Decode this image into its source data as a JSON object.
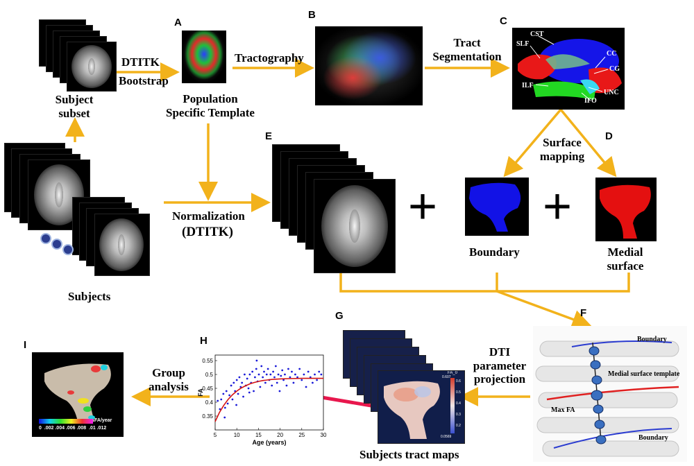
{
  "labels": {
    "dtitk": "DTITK",
    "bootstrap": "Bootstrap",
    "subject_subset": "Subject\nsubset",
    "population_template": "Population\nSpecific Template",
    "tractography": "Tractography",
    "tract_segmentation": "Tract\nSegmentation",
    "surface_mapping": "Surface\nmapping",
    "normalization": "Normalization",
    "normalization_tool": "(DTITK)",
    "subjects": "Subjects",
    "boundary": "Boundary",
    "medial_surface": "Medial\nsurface",
    "dti_projection": "DTI\nparameter\nprojection",
    "subjects_tract_maps": "Subjects tract maps",
    "group_analysis": "Group\nanalysis",
    "plus": "+"
  },
  "panels": {
    "A": "A",
    "B": "B",
    "C": "C",
    "D": "D",
    "E": "E",
    "F": "F",
    "G": "G",
    "H": "H",
    "I": "I"
  },
  "tracts": {
    "cst": "CST",
    "slf": "SLF",
    "cc": "CC",
    "cg": "CG",
    "ilf": "ILF",
    "unc": "UNC",
    "ifo": "IFO"
  },
  "medial_model": {
    "boundary_top": "Boundary",
    "medial_template": "Medial surface template",
    "max_fa": "Max FA",
    "boundary_bottom": "Boundary"
  },
  "tract_map_scale": {
    "title": "FA_0",
    "max": "0.607",
    "min": "0.0569",
    "ticks": [
      "0.6",
      "0.5",
      "0.4",
      "0.3",
      "0.2"
    ]
  },
  "colorbar": {
    "unit": "FA/year",
    "ticks": "0  .002 .004 .006 .008  .01 .012"
  },
  "colors": {
    "arrow": "#f2b21b",
    "pink_arrow": "#e8174d",
    "blue_surface": "#1010e0",
    "red_surface": "#e01010"
  },
  "chart_data": {
    "type": "scatter",
    "xlabel": "Age (years)",
    "ylabel": "FA",
    "xlim": [
      5,
      30
    ],
    "ylim": [
      0.3,
      0.57
    ],
    "xticks": [
      5,
      10,
      15,
      20,
      25,
      30
    ],
    "yticks": [
      0.35,
      0.4,
      0.45,
      0.5,
      0.55
    ],
    "points": [
      [
        5.6,
        0.405
      ],
      [
        6.1,
        0.375
      ],
      [
        6.4,
        0.41
      ],
      [
        6.9,
        0.43
      ],
      [
        7.2,
        0.345
      ],
      [
        7.6,
        0.44
      ],
      [
        7.9,
        0.395
      ],
      [
        8.3,
        0.425
      ],
      [
        8.7,
        0.46
      ],
      [
        9.0,
        0.41
      ],
      [
        9.3,
        0.47
      ],
      [
        9.6,
        0.44
      ],
      [
        10.0,
        0.48
      ],
      [
        10.3,
        0.43
      ],
      [
        10.6,
        0.49
      ],
      [
        10.9,
        0.455
      ],
      [
        11.2,
        0.47
      ],
      [
        11.5,
        0.42
      ],
      [
        11.8,
        0.5
      ],
      [
        12.1,
        0.46
      ],
      [
        12.4,
        0.485
      ],
      [
        12.7,
        0.45
      ],
      [
        13.0,
        0.5
      ],
      [
        13.3,
        0.47
      ],
      [
        13.6,
        0.51
      ],
      [
        13.9,
        0.44
      ],
      [
        14.2,
        0.49
      ],
      [
        14.5,
        0.52
      ],
      [
        14.8,
        0.475
      ],
      [
        15.1,
        0.5
      ],
      [
        15.4,
        0.455
      ],
      [
        15.7,
        0.53
      ],
      [
        16.0,
        0.49
      ],
      [
        16.3,
        0.51
      ],
      [
        16.6,
        0.47
      ],
      [
        16.9,
        0.5
      ],
      [
        17.2,
        0.52
      ],
      [
        17.5,
        0.48
      ],
      [
        17.8,
        0.5
      ],
      [
        18.1,
        0.46
      ],
      [
        18.4,
        0.51
      ],
      [
        18.7,
        0.49
      ],
      [
        19.0,
        0.53
      ],
      [
        19.3,
        0.47
      ],
      [
        19.6,
        0.5
      ],
      [
        19.9,
        0.44
      ],
      [
        20.2,
        0.495
      ],
      [
        20.5,
        0.515
      ],
      [
        20.8,
        0.48
      ],
      [
        21.1,
        0.5
      ],
      [
        21.5,
        0.46
      ],
      [
        21.9,
        0.52
      ],
      [
        22.3,
        0.49
      ],
      [
        22.7,
        0.51
      ],
      [
        23.1,
        0.47
      ],
      [
        23.5,
        0.5
      ],
      [
        24.0,
        0.49
      ],
      [
        24.5,
        0.52
      ],
      [
        25.0,
        0.48
      ],
      [
        25.5,
        0.5
      ],
      [
        26.0,
        0.455
      ],
      [
        26.5,
        0.51
      ],
      [
        27.0,
        0.49
      ],
      [
        27.5,
        0.47
      ],
      [
        28.0,
        0.5
      ],
      [
        28.5,
        0.48
      ],
      [
        29.0,
        0.51
      ],
      [
        29.5,
        0.5
      ],
      [
        14.6,
        0.55
      ],
      [
        12.9,
        0.435
      ],
      [
        9.9,
        0.39
      ],
      [
        7.3,
        0.38
      ]
    ],
    "fit": [
      [
        5,
        0.33
      ],
      [
        6,
        0.363
      ],
      [
        7,
        0.389
      ],
      [
        8,
        0.41
      ],
      [
        9,
        0.427
      ],
      [
        10,
        0.44
      ],
      [
        11,
        0.451
      ],
      [
        12,
        0.459
      ],
      [
        13,
        0.466
      ],
      [
        14,
        0.471
      ],
      [
        15,
        0.475
      ],
      [
        16,
        0.478
      ],
      [
        17,
        0.48
      ],
      [
        18,
        0.482
      ],
      [
        20,
        0.484
      ],
      [
        22,
        0.485
      ],
      [
        25,
        0.486
      ],
      [
        30,
        0.486
      ]
    ]
  }
}
